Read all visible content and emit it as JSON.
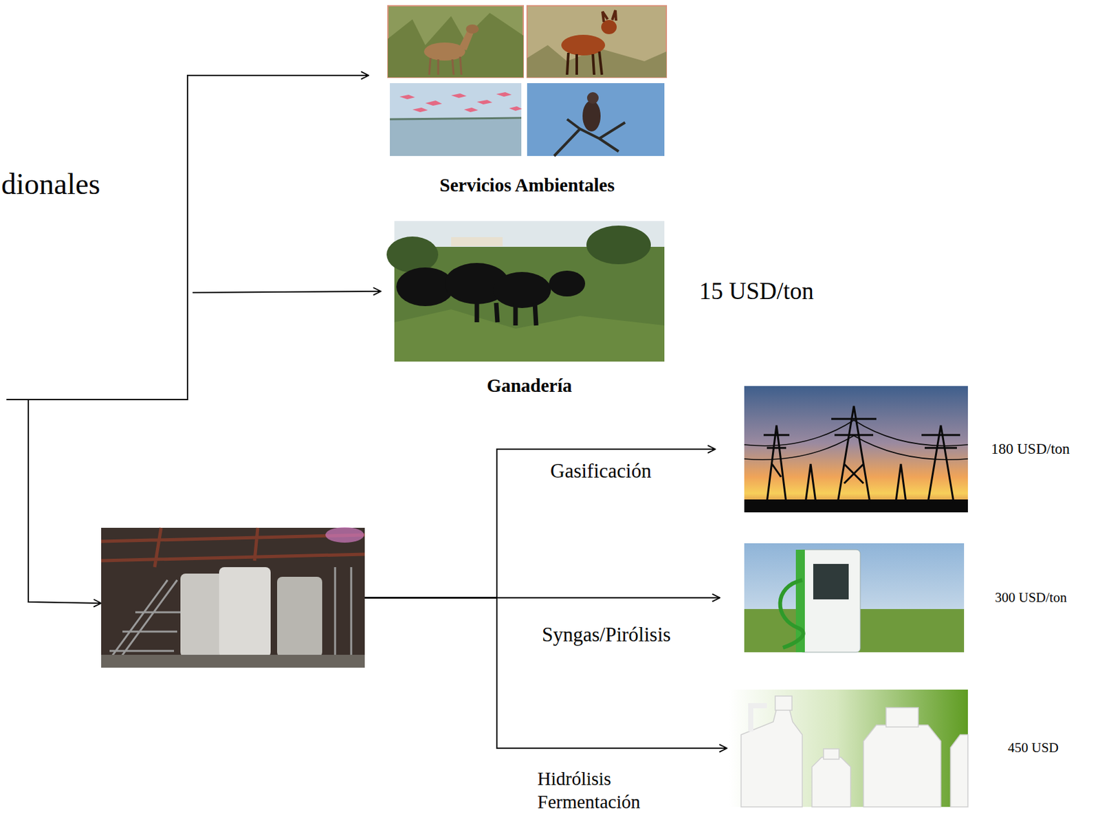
{
  "diagram": {
    "nodes": [
      {
        "text": [
          "Servicios Ambientales"
        ]
      },
      {
        "text": [
          "Ganadería",
          "15 USD/ton"
        ]
      },
      {
        "text": []
      },
      {
        "text": [
          "180 USD/ton"
        ]
      },
      {
        "text": [
          "300 USD/ton"
        ]
      },
      {
        "text": [
          "450 USD"
        ]
      }
    ],
    "edges": [
      {
        "from": 2,
        "to": 3,
        "label": "Gasificación",
        "arrow": "to"
      },
      {
        "from": 2,
        "to": 4,
        "label": "Syngas/Pirólisis",
        "arrow": "to"
      },
      {
        "from": 2,
        "to": 5,
        "label": "Hidrólisis Fermentación",
        "arrow": "to"
      }
    ],
    "labels": [
      "dionales"
    ]
  }
}
